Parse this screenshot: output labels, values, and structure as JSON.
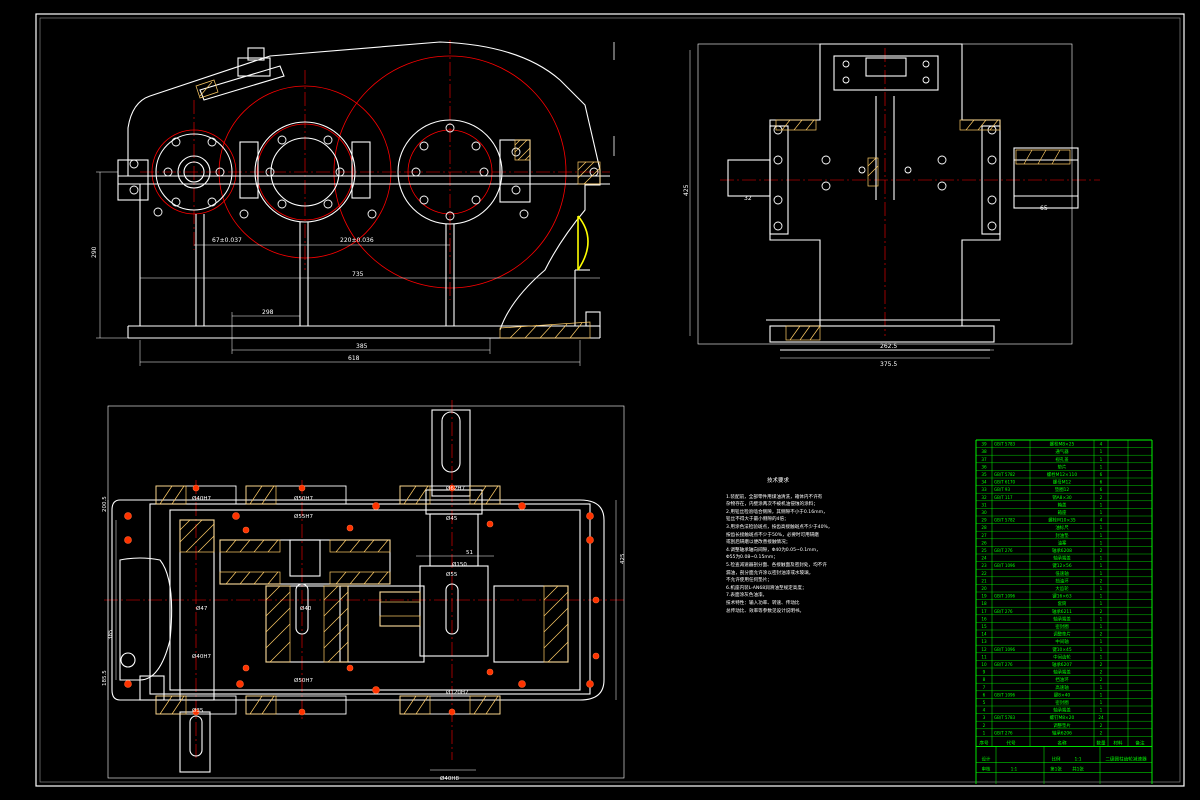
{
  "colors": {
    "background": "#000000",
    "line": "#ffffff",
    "center_line": "#ff0000",
    "hatch": "#ffcc66",
    "bom_table": "#00ff00",
    "window": "#ffff00"
  },
  "dimensions": {
    "front_v1": "290",
    "front_h1": "67±0.037",
    "front_h2": "220±0.036",
    "front_h3": "735",
    "front_h4": "298",
    "front_h5": "385",
    "front_h6": "618",
    "side_v1": "425",
    "side_h1": "262.5",
    "side_h2": "375.5",
    "side_s1": "32",
    "side_s2": "65",
    "plan_v1": "385",
    "plan_v2": "200.5",
    "plan_v3": "185.5",
    "plan_v4": "425",
    "plan_b1": "Ø40H7",
    "plan_b2": "Ø50H7",
    "plan_b3": "Ø55H7",
    "plan_b4": "Ø62H7",
    "plan_b5": "Ø45",
    "plan_b6": "Ø150",
    "plan_b7": "Ø55",
    "plan_b8": "Ø47",
    "plan_b9": "Ø40",
    "plan_b10": "Ø40H7",
    "plan_b11": "Ø50H7",
    "plan_b12": "Ø35",
    "plan_b13": "Ø120H7",
    "plan_b14": "Ø40H8",
    "plan_b15": "51"
  },
  "tech_notes": {
    "title": "技术要求",
    "items": [
      "1.装配前，全部零件用煤油清洗，箱体内不许有",
      "  杂物存在，内壁涂两次不被机油侵蚀的涂料；",
      "2.用铅丝检验啮合侧隙，其侧隙不小于0.16mm，",
      "  铅丝不得大于最小侧隙的4倍；",
      "3.用涂色法检验斑点，按齿高接触斑点不少于40%，",
      "  按齿长接触斑点不少于50%，必要时可用研磨",
      "  或刮后研磨以便改善接触情况；",
      "4.调整轴承轴向间隙，Φ40为0.05~0.1mm，",
      "  Φ55为0.08~0.15mm；",
      "5.检查减速器剖分面、各接触面及密封处，均不许",
      "  漏油，剖分面允许涂以密封油漆或水玻璃，",
      "  不允许使用任何垫片；",
      "6.机座内装L-AN68润滑油至规定高度；",
      "7.表面涂灰色油漆。",
      "     技术特性：输入功率、转速、传动比",
      "  总传动比、效率等参数见设计说明书。"
    ]
  },
  "bom": {
    "rows": [
      {
        "no": "39",
        "code": "GB/T 5783",
        "name": "螺栓M8×25",
        "qty": "4"
      },
      {
        "no": "38",
        "code": "",
        "name": "通气器",
        "qty": "1"
      },
      {
        "no": "37",
        "code": "",
        "name": "视孔盖",
        "qty": "1"
      },
      {
        "no": "36",
        "code": "",
        "name": "垫片",
        "qty": "1"
      },
      {
        "no": "35",
        "code": "GB/T 5782",
        "name": "螺栓M12×110",
        "qty": "6"
      },
      {
        "no": "34",
        "code": "GB/T 6170",
        "name": "螺母M12",
        "qty": "6"
      },
      {
        "no": "33",
        "code": "GB/T 93",
        "name": "垫圈12",
        "qty": "6"
      },
      {
        "no": "32",
        "code": "GB/T 117",
        "name": "销A8×30",
        "qty": "2"
      },
      {
        "no": "31",
        "code": "",
        "name": "箱盖",
        "qty": "1"
      },
      {
        "no": "30",
        "code": "",
        "name": "箱座",
        "qty": "1"
      },
      {
        "no": "29",
        "code": "GB/T 5782",
        "name": "螺栓M10×35",
        "qty": "4"
      },
      {
        "no": "28",
        "code": "",
        "name": "油标尺",
        "qty": "1"
      },
      {
        "no": "27",
        "code": "",
        "name": "封油垫",
        "qty": "1"
      },
      {
        "no": "26",
        "code": "",
        "name": "油塞",
        "qty": "1"
      },
      {
        "no": "25",
        "code": "GB/T 276",
        "name": "轴承6208",
        "qty": "2"
      },
      {
        "no": "24",
        "code": "",
        "name": "轴承端盖",
        "qty": "1"
      },
      {
        "no": "23",
        "code": "GB/T 1096",
        "name": "键12×56",
        "qty": "1"
      },
      {
        "no": "22",
        "code": "",
        "name": "低速轴",
        "qty": "1"
      },
      {
        "no": "21",
        "code": "",
        "name": "挡油环",
        "qty": "2"
      },
      {
        "no": "20",
        "code": "",
        "name": "大齿轮",
        "qty": "1"
      },
      {
        "no": "19",
        "code": "GB/T 1096",
        "name": "键16×63",
        "qty": "1"
      },
      {
        "no": "18",
        "code": "",
        "name": "套筒",
        "qty": "1"
      },
      {
        "no": "17",
        "code": "GB/T 276",
        "name": "轴承6211",
        "qty": "2"
      },
      {
        "no": "16",
        "code": "",
        "name": "轴承端盖",
        "qty": "1"
      },
      {
        "no": "15",
        "code": "",
        "name": "密封圈",
        "qty": "1"
      },
      {
        "no": "14",
        "code": "",
        "name": "调整垫片",
        "qty": "2"
      },
      {
        "no": "13",
        "code": "",
        "name": "中间轴",
        "qty": "1"
      },
      {
        "no": "12",
        "code": "GB/T 1096",
        "name": "键10×45",
        "qty": "1"
      },
      {
        "no": "11",
        "code": "",
        "name": "中间齿轮",
        "qty": "1"
      },
      {
        "no": "10",
        "code": "GB/T 276",
        "name": "轴承6207",
        "qty": "2"
      },
      {
        "no": "9",
        "code": "",
        "name": "轴承端盖",
        "qty": "2"
      },
      {
        "no": "8",
        "code": "",
        "name": "挡油环",
        "qty": "2"
      },
      {
        "no": "7",
        "code": "",
        "name": "高速轴",
        "qty": "1"
      },
      {
        "no": "6",
        "code": "GB/T 1096",
        "name": "键8×40",
        "qty": "1"
      },
      {
        "no": "5",
        "code": "",
        "name": "密封圈",
        "qty": "1"
      },
      {
        "no": "4",
        "code": "",
        "name": "轴承端盖",
        "qty": "1"
      },
      {
        "no": "3",
        "code": "GB/T 5783",
        "name": "螺钉M8×20",
        "qty": "24"
      },
      {
        "no": "2",
        "code": "",
        "name": "调整垫片",
        "qty": "2"
      },
      {
        "no": "1",
        "code": "GB/T 276",
        "name": "轴承6206",
        "qty": "2"
      }
    ],
    "header": {
      "no": "序号",
      "code": "代号",
      "name": "名称",
      "qty": "数量",
      "material": "材料",
      "note": "备注"
    }
  },
  "title_block": {
    "scale_label": "比例",
    "scale_value": "1:1",
    "sheet_label": "第1张",
    "total_label": "共1张",
    "drawing_name": "二级圆柱齿轮减速器",
    "designer": "设计",
    "checker": "审核"
  }
}
